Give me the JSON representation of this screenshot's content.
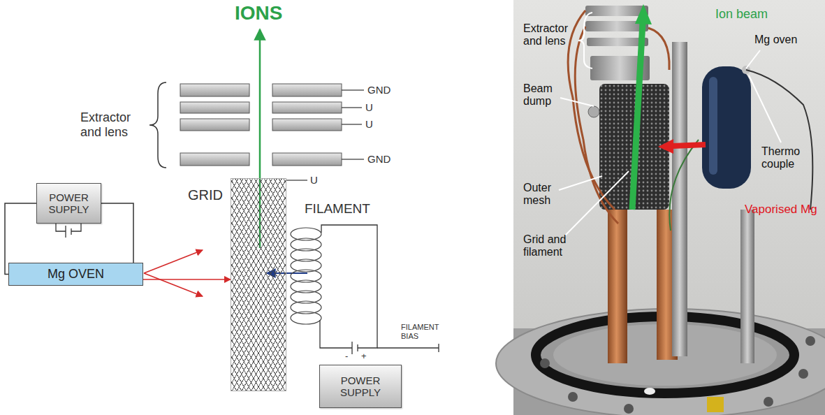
{
  "diagram": {
    "nodes": [
      {
        "text": [
          "POWER SUPPLY"
        ]
      },
      {
        "text": [
          "Mg OVEN"
        ]
      },
      {
        "text": [
          "GRID"
        ]
      },
      {
        "text": [
          "POWER SUPPLY"
        ]
      }
    ],
    "edges": [
      {
        "from": 0,
        "to": 1,
        "arrow": "none"
      },
      {
        "from": 0,
        "to": 1,
        "arrow": "none"
      },
      {
        "from": 1,
        "to": 2,
        "arrow": "to"
      }
    ],
    "labels": [
      "IONS",
      "Extractor and lens",
      "GND",
      "U",
      "U",
      "GND",
      "U",
      "FILAMENT",
      "-",
      "+",
      "FILAMENT BIAS",
      "Ion beam",
      "Extractor and lens",
      "Mg oven",
      "Beam dump",
      "Thermo couple",
      "Outer mesh",
      "Vaporised Mg",
      "Grid and filament"
    ]
  }
}
